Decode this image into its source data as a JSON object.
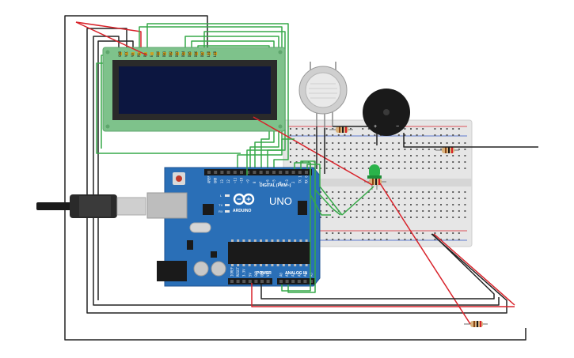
{
  "colors": {
    "arduino_board": "#2a6fb7",
    "lcd_body": "#7ec28b",
    "lcd_screen": "#0c1640",
    "breadboard": "#e8e8e8",
    "wire_green": "#37a948",
    "wire_red": "#d8222a",
    "wire_black": "#222222",
    "led": "#2bb34a",
    "buzzer": "#1a1a1a",
    "gas_sensor": "#c9c9c9"
  },
  "arduino": {
    "model": "UNO",
    "brand": "ARDUINO",
    "digital_label": "DIGITAL (PWM~)",
    "power_label": "POWER",
    "analog_label": "ANALOG IN",
    "tx_label": "TX",
    "rx_label": "RX",
    "l_label": "L",
    "digital_pins": [
      "AREF",
      "GND",
      "13",
      "12",
      "~11",
      "~10",
      "~9",
      "8",
      "7",
      "~6",
      "~5",
      "4",
      "~3",
      "2",
      "TX 1",
      "RX 0"
    ],
    "power_pins": [
      "IOREF",
      "RESET",
      "3.3V",
      "5V",
      "GND",
      "GND",
      "Vin"
    ],
    "analog_pins": [
      "A0",
      "A1",
      "A2",
      "A3",
      "A4",
      "A5"
    ]
  },
  "lcd": {
    "pin_labels": [
      "GND",
      "VCC",
      "V0",
      "RS",
      "RW",
      "E",
      "DB0",
      "DB1",
      "DB2",
      "DB3",
      "DB4",
      "DB5",
      "DB6",
      "DB7",
      "LED",
      "LED"
    ]
  },
  "buzzer": {
    "plus": "+",
    "minus": "−"
  },
  "icons": {
    "usb_cable": "usb-cable-icon",
    "infinity_logo": "arduino-infinity-logo"
  }
}
